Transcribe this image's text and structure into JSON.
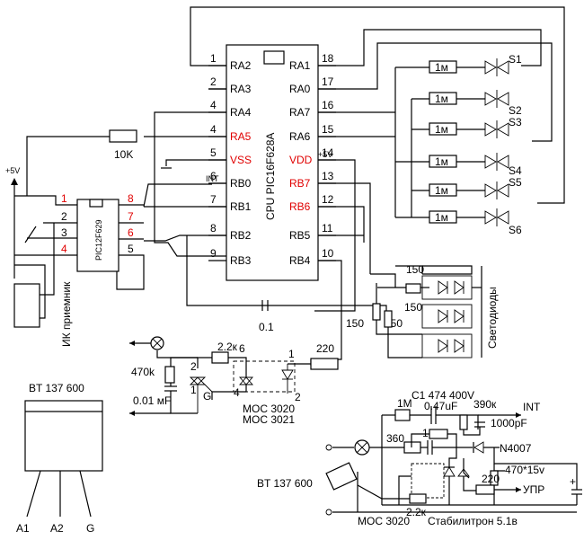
{
  "cpu": {
    "title": "CPU PIC16F628A",
    "left_pins": [
      {
        "num": "1",
        "name": "RA2",
        "red": false
      },
      {
        "num": "2",
        "name": "RA3",
        "red": false
      },
      {
        "num": "4",
        "name": "RA4",
        "red": false
      },
      {
        "num": "4",
        "name": "RA5",
        "red": true
      },
      {
        "num": "5",
        "name": "VSS",
        "red": true
      },
      {
        "num": "6",
        "name": "RB0",
        "red": false
      },
      {
        "num": "7",
        "name": "RB1",
        "red": false
      },
      {
        "num": "8",
        "name": "RB2",
        "red": false
      },
      {
        "num": "9",
        "name": "RB3",
        "red": false
      }
    ],
    "right_pins": [
      {
        "num": "18",
        "name": "RA1",
        "red": false
      },
      {
        "num": "17",
        "name": "RA0",
        "red": false
      },
      {
        "num": "16",
        "name": "RA7",
        "red": false
      },
      {
        "num": "15",
        "name": "RA6",
        "red": false
      },
      {
        "num": "14",
        "name": "VDD",
        "red": true
      },
      {
        "num": "13",
        "name": "RB7",
        "red": true
      },
      {
        "num": "12",
        "name": "RB6",
        "red": true
      },
      {
        "num": "11",
        "name": "RB5",
        "red": false
      },
      {
        "num": "10",
        "name": "RB4",
        "red": false
      }
    ],
    "int_label": "INT",
    "vdd_sup": "+5V"
  },
  "ir": {
    "chip": "PIC12F629",
    "left_pins": [
      "1",
      "2",
      "3",
      "4"
    ],
    "right_pins": [
      "8",
      "7",
      "6",
      "5"
    ],
    "left_red": [
      true,
      false,
      false,
      true
    ],
    "right_red": [
      true,
      true,
      true,
      false
    ],
    "receiver_label": "ИК приемник",
    "supply": "+5V"
  },
  "components": {
    "r_10k": "10K",
    "cap_01": "0.1",
    "r_1m": "1м",
    "buttons": [
      "S1",
      "S2",
      "S3",
      "S4",
      "S5",
      "S6"
    ],
    "r_150": [
      "150",
      "150",
      "150",
      "150"
    ],
    "leds_label": "Светодиоды",
    "r_220": "220"
  },
  "triac_block": {
    "r_470k": "470k",
    "cap": "0.01 мF",
    "r_22k": "2.2к",
    "pin6": "6",
    "pin4": "4",
    "pin1": "1",
    "pin2": "2",
    "moc1": "MOC 3020",
    "moc2": "MOC 3021",
    "triac_pins": [
      "2",
      "1",
      "G"
    ]
  },
  "package": {
    "title": "BT 137 600",
    "pins": [
      "A1",
      "A2",
      "G"
    ]
  },
  "psu": {
    "r_1m": "1M",
    "c1": "C1 474  400V",
    "c1b": "0.47uF",
    "r_390k": "390к",
    "int": "INT",
    "c_1000pf": "1000pF",
    "r_360": "360",
    "r_1m2": "1M",
    "diode": "N4007",
    "cap_470": "470*15v",
    "r_220": "220",
    "upr": "УПР",
    "triac": "BT 137 600",
    "moc": "MOC 3020",
    "r_22k": "2.2к",
    "zener": "Стабилитрон 5.1в",
    "plus": "+"
  }
}
